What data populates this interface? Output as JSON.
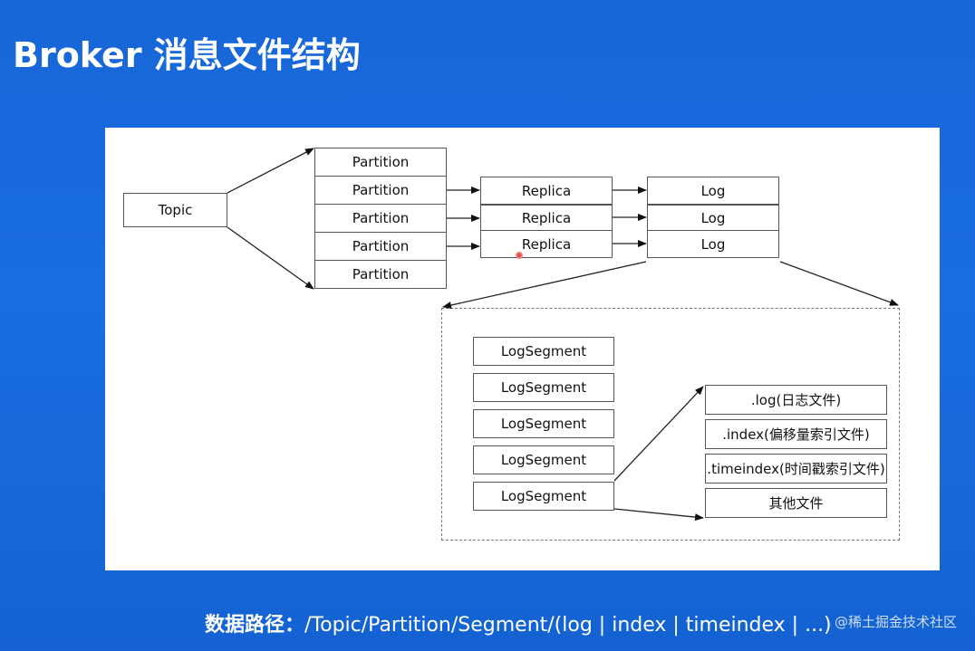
{
  "slide": {
    "title": "Broker 消息文件结构",
    "footer_label": "数据路径：",
    "footer_path": "/Topic/Partition/Segment/(log | index | timeindex | ...)",
    "watermark": "@稀土掘金技术社区"
  },
  "diagram": {
    "topic": "Topic",
    "partitions": [
      "Partition",
      "Partition",
      "Partition",
      "Partition",
      "Partition"
    ],
    "replicas": [
      "Replica",
      "Replica",
      "Replica"
    ],
    "logs": [
      "Log",
      "Log",
      "Log"
    ],
    "segments": [
      "LogSegment",
      "LogSegment",
      "LogSegment",
      "LogSegment",
      "LogSegment"
    ],
    "files": [
      ".log(日志文件)",
      ".index(偏移量索引文件)",
      ".timeindex(时间戳索引文件)",
      "其他文件"
    ]
  }
}
